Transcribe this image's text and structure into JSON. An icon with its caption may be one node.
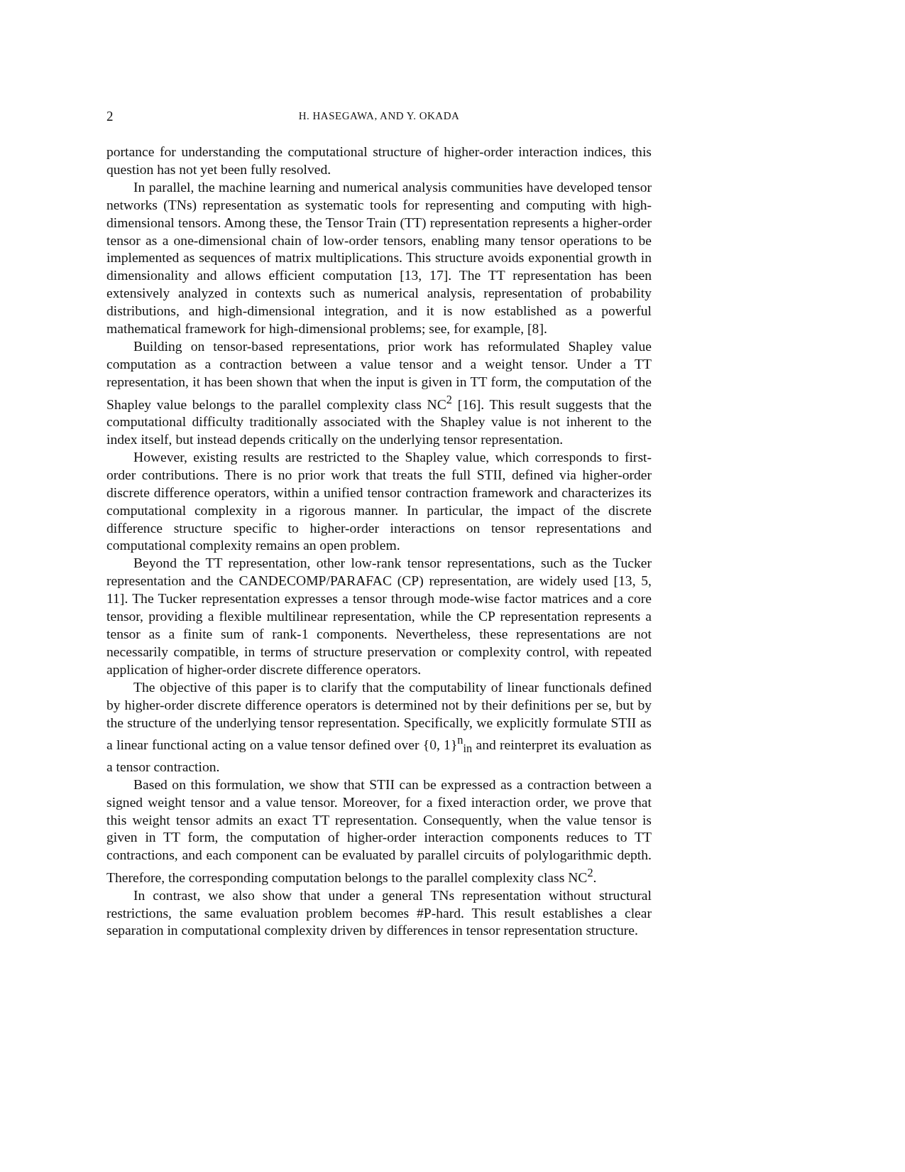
{
  "diagram": {
    "labels": [
      "2",
      "H. HASEGAWA, AND Y. OKADA",
      "portance for understanding the computational structure of higher-order interaction indices, this question has not yet been fully resolved.",
      "In parallel, the machine learning and numerical analysis communities have developed tensor networks (TNs) representation as systematic tools for representing and computing with high-dimensional tensors. Among these, the Tensor Train (TT) representation represents a higher-order tensor as a one-dimensional chain of low-order tensors, enabling many tensor operations to be implemented as sequences of matrix multiplications. This structure avoids exponential growth in dimensionality and allows efficient computation [13, 17]. The TT representation has been extensively analyzed in contexts such as numerical analysis, representation of probability distributions, and high-dimensional integration, and it is now established as a powerful mathematical framework for high-dimensional problems; see, for example, [8].",
      "Building on tensor-based representations, prior work has reformulated Shapley value computation as a contraction between a value tensor and a weight tensor. Under a TT representation, it has been shown that when the input is given in TT form, the computation of the Shapley value belongs to the parallel complexity class NC$^{2}$ [16]. This result suggests that the computational difficulty traditionally associated with the Shapley value is not inherent to the index itself, but instead depends critically on the underlying tensor representation.",
      "However, existing results are restricted to the Shapley value, which corresponds to first-order contributions. There is no prior work that treats the full STII, defined via higher-order discrete difference operators, within a unified tensor contraction framework and characterizes its computational complexity in a rigorous manner. In particular, the impact of the discrete difference structure specific to higher-order interactions on tensor representations and computational complexity remains an open problem.",
      "Beyond the TT representation, other low-rank tensor representations, such as the Tucker representation and the CANDECOMP/PARAFAC (CP) representation, are widely used [13, 5, 11]. The Tucker representation expresses a tensor through mode-wise factor matrices and a core tensor, providing a flexible multilinear representation, while the CP representation represents a tensor as a finite sum of rank-1 components. Nevertheless, these representations are not necessarily compatible, in terms of structure preservation or complexity control, with repeated application of higher-order discrete difference operators.",
      "The objective of this paper is to clarify that the computability of linear functionals defined by higher-order discrete difference operators is determined not by their definitions per se, but by the structure of the underlying tensor representation. Specifically, we explicitly formulate STII as a linear functional acting on a value tensor defined over {0, 1}$^{n}$$_{in}$ and reinterpret its evaluation as a tensor contraction.",
      "Based on this formulation, we show that STII can be expressed as a contraction between a signed weight tensor and a value tensor. Moreover, for a fixed interaction order, we prove that this weight tensor admits an exact TT representation. Consequently, when the value tensor is given in TT form, the computation of higher-order interaction components reduces to TT contractions, and each component can be evaluated by parallel circuits of polylogarithmic depth. Therefore, the corresponding computation belongs to the parallel complexity class NC$^{2}$.",
      "In contrast, we also show that under a general TNs representation without structural restrictions, the same evaluation problem becomes #P-hard. This result establishes a clear separation in computational complexity driven by differences in tensor representation structure."
    ]
  }
}
